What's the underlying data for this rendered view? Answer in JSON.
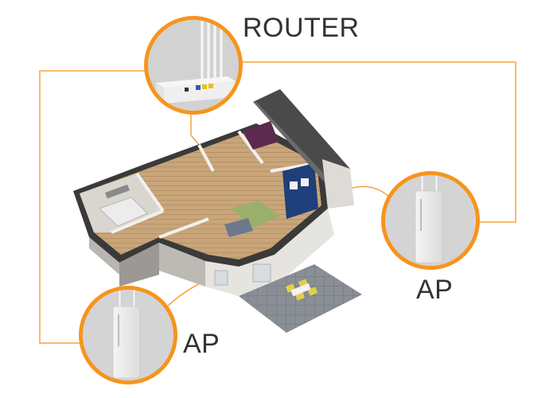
{
  "labels": {
    "router": "ROUTER",
    "ap_right": "AP",
    "ap_left": "AP"
  },
  "colors": {
    "accent": "#f7941d",
    "roof": "#4a4a4a",
    "wall": "#e8e6e2",
    "floor_wood": "#c9a57a",
    "patio": "#7a7d82"
  },
  "icons": [
    "router-device-icon",
    "access-point-icon",
    "house-illustration"
  ]
}
